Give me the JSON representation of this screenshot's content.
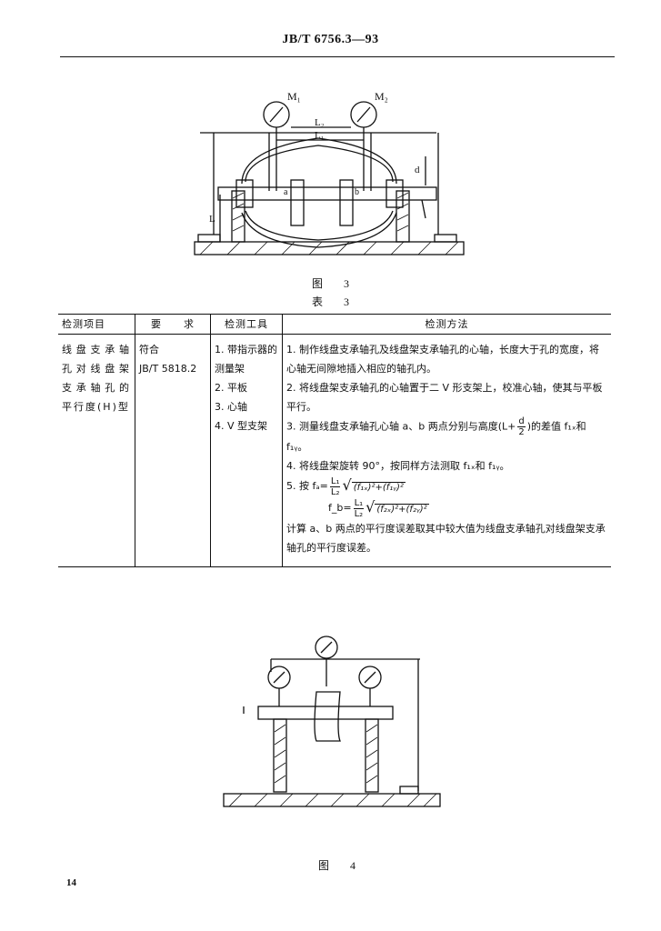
{
  "header": {
    "standard_code": "JB/T 6756.3—93"
  },
  "figure3": {
    "labels": {
      "m1": "M₁",
      "m2": "M₂",
      "l2": "L₂",
      "l1": "L₁",
      "d": "d",
      "l": "L",
      "a": "a",
      "b": "b"
    },
    "caption": "图 3"
  },
  "table_caption": "表 3",
  "table": {
    "headers": [
      "检测项目",
      "要　　求",
      "检测工具",
      "检测方法"
    ],
    "item": "线盘支承轴孔对线盘架支承轴孔的平行度(H)型",
    "requirement": {
      "line1": "符合",
      "line2": "JB/T 5818.2"
    },
    "tools": [
      "1. 带指示器的测量架",
      "2. 平板",
      "3. 心轴",
      "4. V 型支架"
    ],
    "method": {
      "step1": "1. 制作线盘支承轴孔及线盘架支承轴孔的心轴，长度大于孔的宽度，将心轴无间隙地插入相应的轴孔内。",
      "step2": "2. 将线盘架支承轴孔的心轴置于二 V 形支架上，校准心轴，使其与平板平行。",
      "step3_pre": "3. 测量线盘支承轴孔心轴 a、b 两点分别与高度(L+",
      "step3_frac_num": "d",
      "step3_frac_den": "2",
      "step3_post": ")的差值 f₁ₓ和 f₁ᵧ。",
      "step4": "4. 将线盘架旋转 90°，按同样方法测取 f₁ₓ和 f₁ᵧ。",
      "step5_label": "5. 按 fₐ=",
      "step5_label2": "f_b=",
      "frac_num": "L₁",
      "frac_den": "L₂",
      "radicand_a": "(f₁ₓ)²+(f₁ᵧ)²",
      "radicand_b": "(f₂ₓ)²+(f₂ᵧ)²",
      "conclusion": "计算 a、b 两点的平行度误差取其中较大值为线盘支承轴孔对线盘架支承轴孔的平行度误差。"
    }
  },
  "figure4": {
    "caption": "图 4"
  },
  "page_number": "14"
}
